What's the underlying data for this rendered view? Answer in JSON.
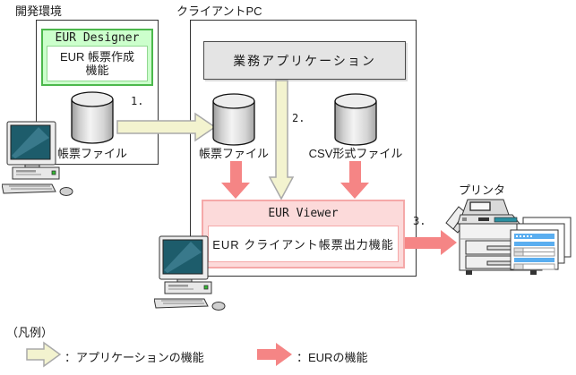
{
  "labels": {
    "dev_env": "開発環境",
    "client_pc": "クライアントPC",
    "printer": "プリンタ"
  },
  "dev_env": {
    "designer_title": "EUR Designer",
    "designer_feature_line1": "EUR 帳票作成",
    "designer_feature_line2": "機能",
    "report_file": "帳票ファイル"
  },
  "client_pc": {
    "app": "業務アプリケーション",
    "report_file": "帳票ファイル",
    "csv_file": "CSV形式ファイル",
    "viewer_title": "EUR Viewer",
    "viewer_feature": "EUR クライアント帳票出力機能"
  },
  "steps": {
    "s1": "1.",
    "s2": "2.",
    "s3": "3."
  },
  "legend": {
    "title": "（凡例）",
    "app_function": "：アプリケーションの機能",
    "eur_function": "：EURの機能"
  },
  "icons": {
    "cylinder": "data-file-cylinder-icon",
    "computer": "desktop-pc-icon",
    "printer": "printer-icon",
    "app_arrow": "app-function-arrow",
    "eur_arrow": "eur-function-arrow"
  },
  "colors": {
    "app_arrow_fill": "#f3f3cf",
    "app_arrow_stroke": "#a9a9a9",
    "eur_arrow_fill": "#f58585",
    "designer_bg": "#ccffcc",
    "designer_border": "#4cb84c",
    "designer_inner_border": "#90d890",
    "viewer_bg": "#fcdada",
    "viewer_border": "#f5a8a8",
    "app_box_bg": "#e4e4e4",
    "box_border": "#333333",
    "screen_teal": "#1d5c6b",
    "screen_sheen": "#39798b",
    "paper_blue": "#5aaef0",
    "printer_teal": "#2a8fa0"
  }
}
